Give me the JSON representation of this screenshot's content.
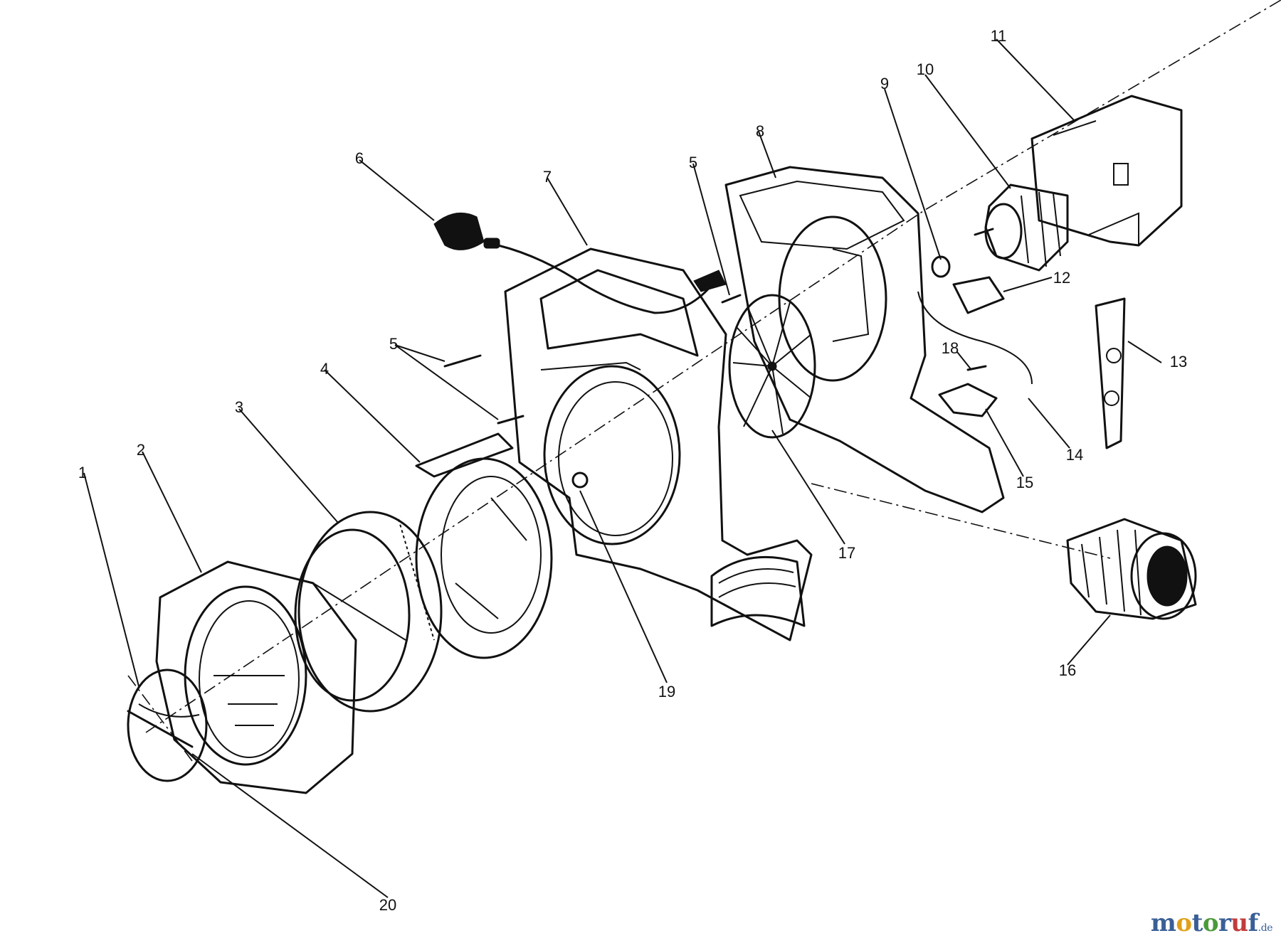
{
  "diagram": {
    "callouts": [
      "1",
      "2",
      "3",
      "4",
      "5",
      "5",
      "5",
      "6",
      "7",
      "8",
      "9",
      "10",
      "11",
      "12",
      "13",
      "14",
      "15",
      "16",
      "17",
      "18",
      "19",
      "20"
    ]
  },
  "watermark": {
    "brand_parts": [
      "m",
      "o",
      "t",
      "o",
      "r",
      "u",
      "f"
    ],
    "brand_colors": [
      "#3a5f96",
      "#e2a019",
      "#3a5f96",
      "#4b9a3a",
      "#3a5f96",
      "#c23b3b",
      "#3a5f96"
    ],
    "suffix": ".de"
  }
}
